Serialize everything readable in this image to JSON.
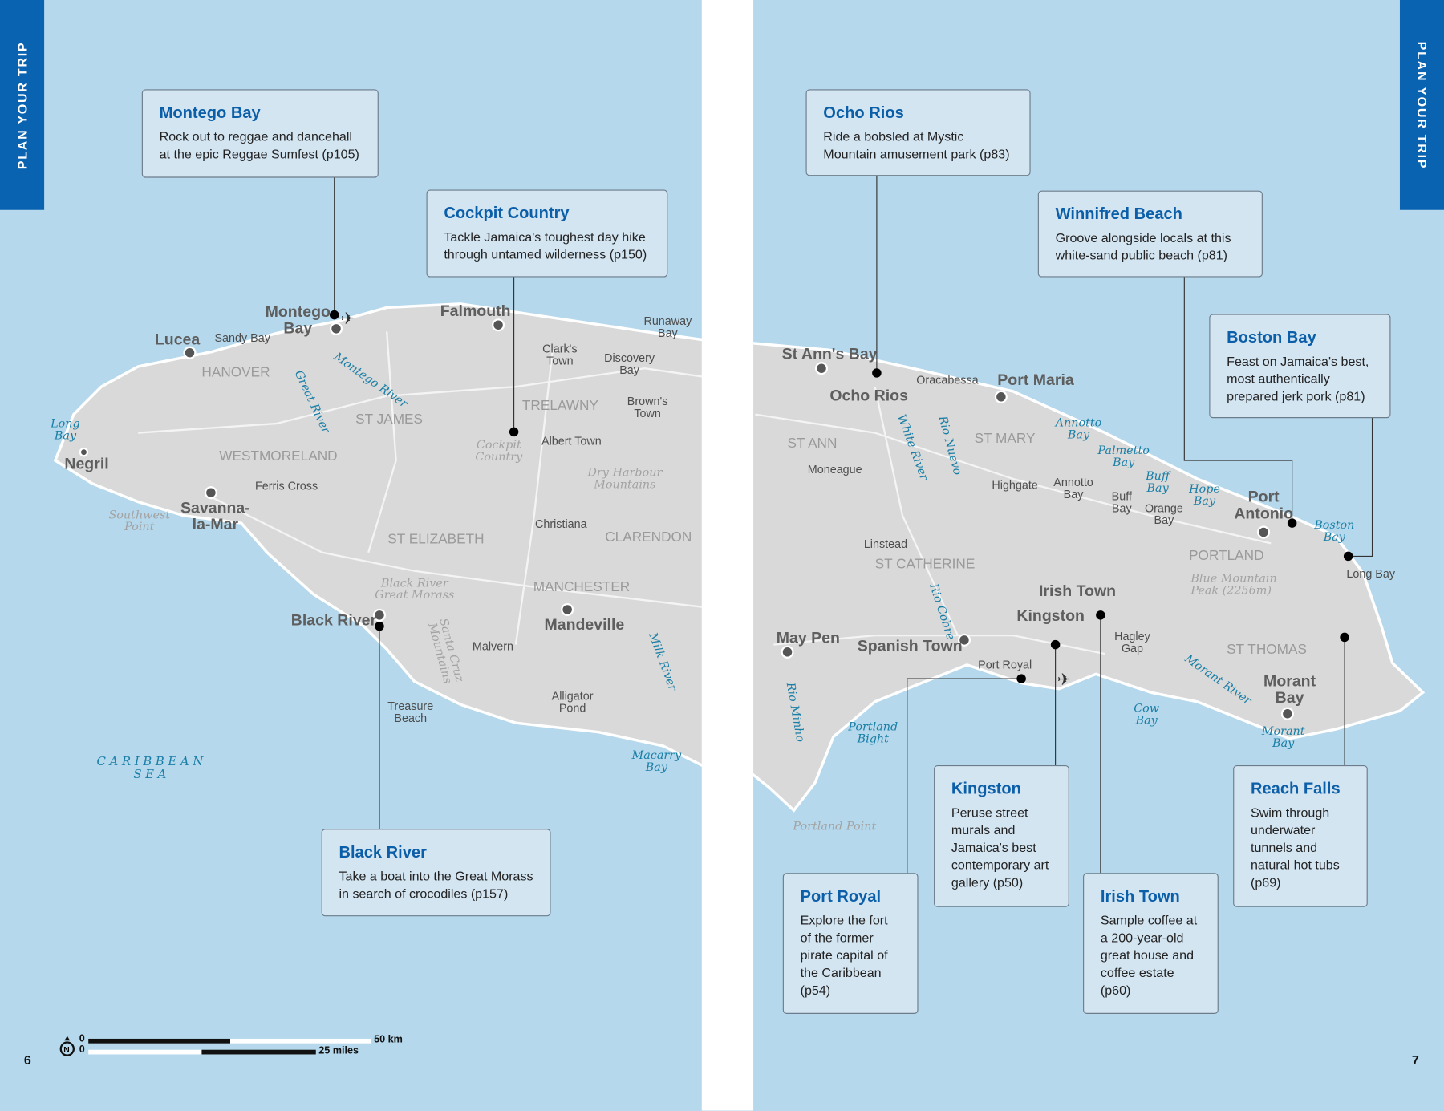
{
  "side_tab": "PLAN YOUR TRIP",
  "page_numbers": {
    "left": "6",
    "right": "7"
  },
  "scale": {
    "zero": "0",
    "km": "50 km",
    "miles": "25 miles"
  },
  "colors": {
    "sea": "#b5d8ec",
    "land": "#d9d9d9",
    "accent": "#0a63b0",
    "callout_bg": "#d4e5f2"
  },
  "callouts": [
    {
      "title": "Montego Bay",
      "text": "Rock out to reggae and dancehall at the epic Reggae Sumfest (p105)"
    },
    {
      "title": "Cockpit Country",
      "text": "Tackle Jamaica's toughest day hike through untamed wilderness (p150)"
    },
    {
      "title": "Black River",
      "text": "Take a boat into the Great Morass in search of crocodiles (p157)"
    },
    {
      "title": "Ocho Rios",
      "text": "Ride a bobsled at Mystic Mountain amusement park (p83)"
    },
    {
      "title": "Winnifred Beach",
      "text": "Groove alongside locals at this white-sand public beach (p81)"
    },
    {
      "title": "Boston Bay",
      "text": "Feast on Jamaica's best, most authentically prepared jerk pork (p81)"
    },
    {
      "title": "Kingston",
      "text": "Peruse street murals and Jamaica's best contemporary art gallery (p50)"
    },
    {
      "title": "Reach Falls",
      "text": "Swim through underwater tunnels and natural hot tubs (p69)"
    },
    {
      "title": "Port Royal",
      "text": "Explore the fort of the former pirate capital of the Caribbean (p54)"
    },
    {
      "title": "Irish Town",
      "text": "Sample coffee at a 200-year-old great house and coffee estate (p60)"
    }
  ],
  "towns": [
    "Montego\nBay",
    "Lucea",
    "Falmouth",
    "Negril",
    "Savanna-\nla-Mar",
    "Black River",
    "Mandeville",
    "St Ann's Bay",
    "Ocho Rios",
    "Port Maria",
    "Port\nAntonio",
    "Irish Town",
    "Kingston",
    "May Pen",
    "Spanish Town",
    "Morant\nBay"
  ],
  "small_towns": [
    "Sandy Bay",
    "Clark's\nTown",
    "Runaway\nBay",
    "Discovery\nBay",
    "Brown's\nTown",
    "Albert Town",
    "Ferris Cross",
    "Christiana",
    "Malvern",
    "Treasure\nBeach",
    "Alligator\nPond",
    "Oracabessa",
    "Moneague",
    "Highgate",
    "Annotto\nBay",
    "Buff\nBay",
    "Orange\nBay",
    "Linstead",
    "Hagley\nGap",
    "Port Royal",
    "Long Bay"
  ],
  "parishes": [
    "HANOVER",
    "ST JAMES",
    "TRELAWNY",
    "WESTMORELAND",
    "ST ELIZABETH",
    "MANCHESTER",
    "CLARENDON",
    "ST ANN",
    "ST MARY",
    "ST CATHERINE",
    "PORTLAND",
    "ST THOMAS"
  ],
  "water": [
    "Long\nBay",
    "Montego River",
    "Great River",
    "Macarry\nBay",
    "Milk River",
    "Annotto\nBay",
    "Palmetto\nBay",
    "Buff\nBay",
    "Hope\nBay",
    "Boston\nBay",
    "White River",
    "Rio Nuevo",
    "Rio Cobre",
    "Rio Minho",
    "Morant River",
    "Portland\nBight",
    "Cow\nBay",
    "Morant\nBay"
  ],
  "sea": "CARIBBEAN\nSEA",
  "features": [
    "Southwest\nPoint",
    "Cockpit\nCountry",
    "Dry Harbour\nMountains",
    "Black River\nGreat Morass",
    "Santa Cruz\nMountains",
    "Blue Mountain\nPeak (2256m)",
    "Portland Point"
  ]
}
